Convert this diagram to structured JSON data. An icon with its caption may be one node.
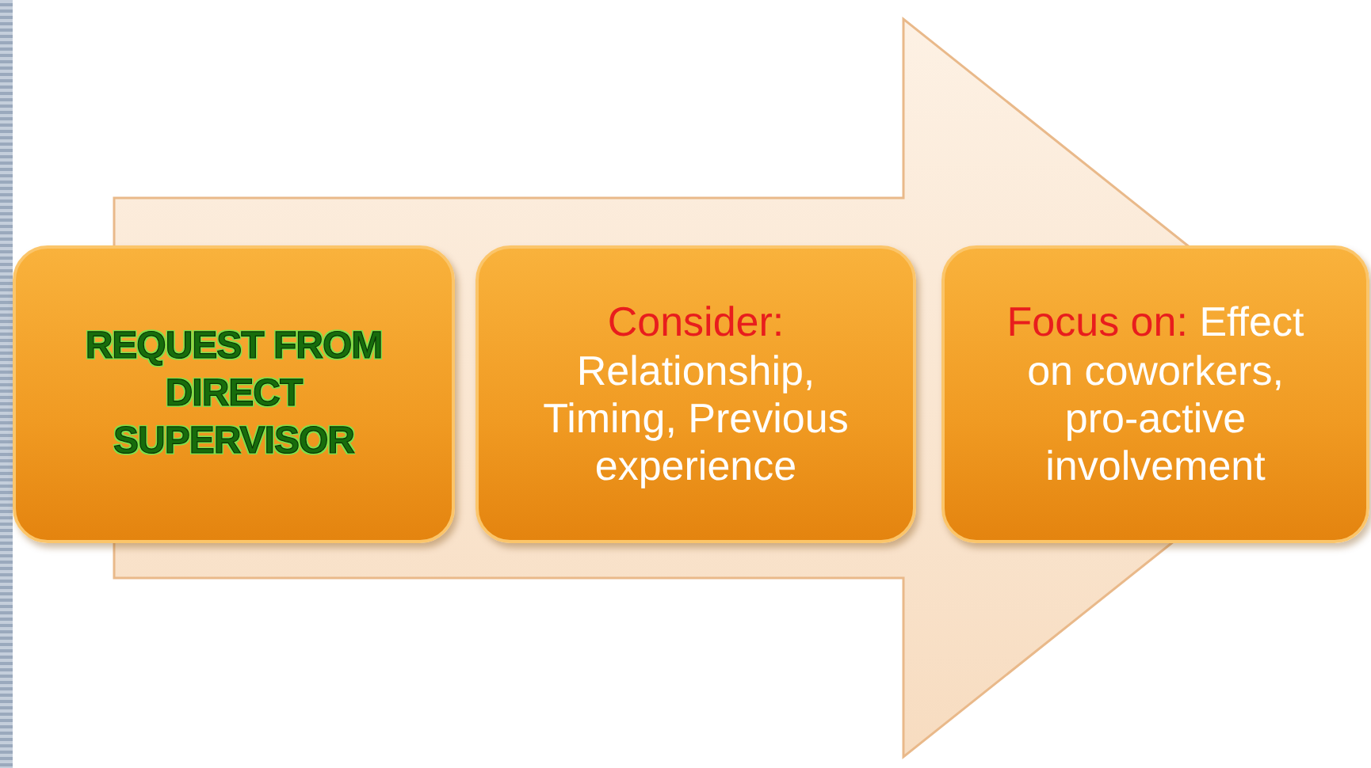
{
  "diagram": {
    "nodes": [
      {
        "text": [
          "REQUEST FROM DIRECT SUPERVISOR"
        ]
      },
      {
        "text": [
          "Consider:",
          "Relationship, Timing, Previous experience"
        ]
      },
      {
        "text": [
          "Focus on:",
          "Effect on coworkers, pro-active involvement"
        ]
      }
    ],
    "edges": [
      {
        "from": 0,
        "to": 2,
        "arrow": "to"
      }
    ]
  }
}
